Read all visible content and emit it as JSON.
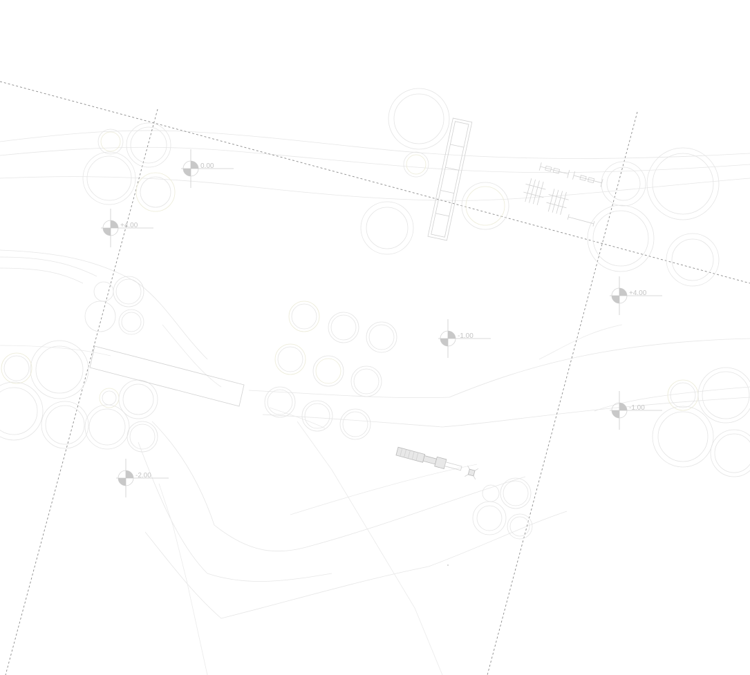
{
  "level_markers": [
    {
      "name": "level-marker-top-left",
      "label": "0.00"
    },
    {
      "name": "level-marker-left",
      "label": "+4.00"
    },
    {
      "name": "level-marker-right-top",
      "label": "+4.00"
    },
    {
      "name": "level-marker-center",
      "label": "-1.00"
    },
    {
      "name": "level-marker-right",
      "label": "-1.00"
    },
    {
      "name": "level-marker-bottom-left",
      "label": "-2.00"
    }
  ]
}
